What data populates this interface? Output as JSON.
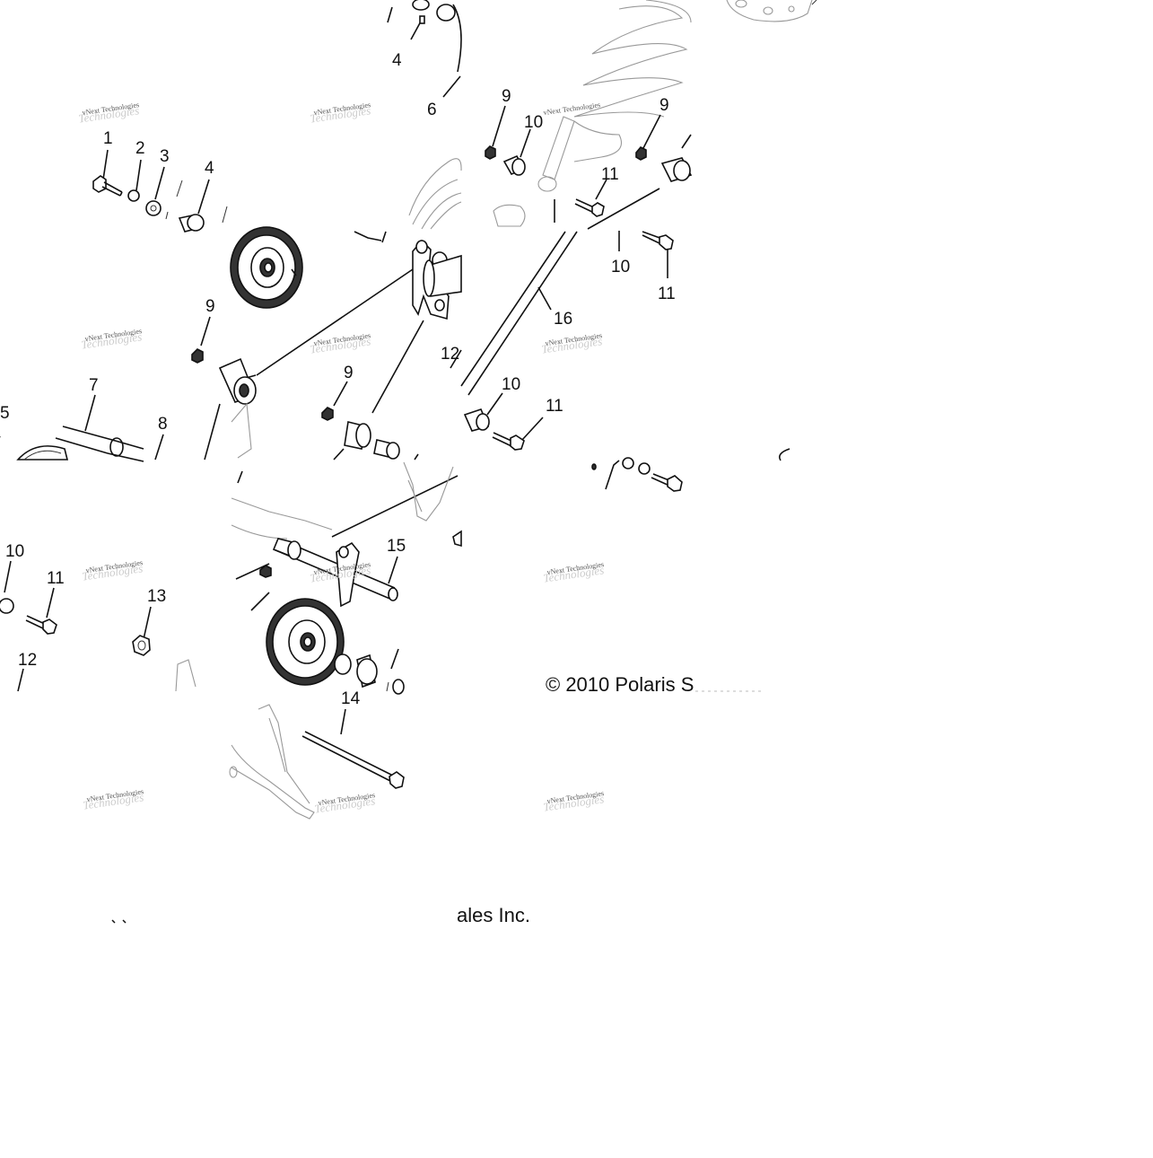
{
  "callouts": {
    "top4": "4",
    "top6": "6",
    "c1": "1",
    "c2": "2",
    "c3": "3",
    "c4": "4",
    "c9a": "9",
    "c10a": "10",
    "c9b": "9",
    "c11a": "11",
    "c10b": "10",
    "c11b": "11",
    "c9c": "9",
    "c9d": "9",
    "c12a": "12",
    "c16": "16",
    "c5": "5",
    "c7": "7",
    "c8": "8",
    "c10c": "10",
    "c11c": "11",
    "c10d": "10",
    "c11d": "11",
    "c13": "13",
    "c15": "15",
    "c12b": "12",
    "c14": "14"
  },
  "watermark": {
    "text": "vNext Technologies"
  },
  "copyright": {
    "main": "© 2010 Polaris S",
    "tail": "ales Inc."
  }
}
